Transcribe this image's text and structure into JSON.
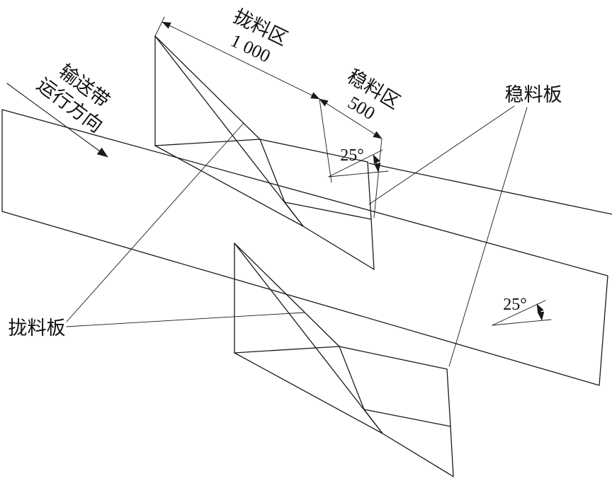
{
  "labels": {
    "direction_line1": "输送带",
    "direction_line2": "运行方向",
    "zone1_name": "拢料区",
    "zone1_dim": "1 000",
    "zone2_name": "稳料区",
    "zone2_dim": "500",
    "angle_upper": "25°",
    "angle_lower": "25°",
    "stabilizer_plate": "稳料板",
    "gatherer_plate": "拢料板"
  },
  "colors": {
    "line": "#1a1a1a",
    "background": "#ffffff"
  }
}
